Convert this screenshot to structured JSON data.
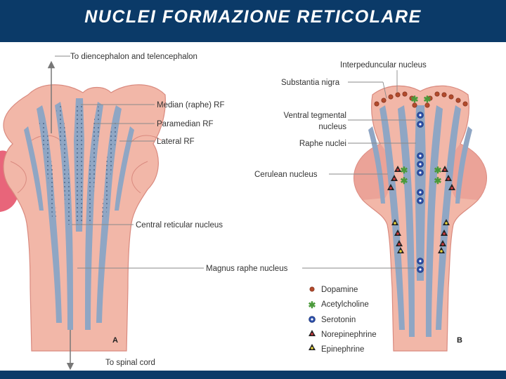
{
  "title": "NUCLEI FORMAZIONE RETICOLARE",
  "colors": {
    "title_bar": "#0b3a68",
    "tissue": "#f2b7a8",
    "tissue_dark": "#e8958a",
    "tract": "#8fa6c4",
    "line": "#555555"
  },
  "panel_a": {
    "letter": "A",
    "labels": {
      "top_arrow": "To diencephalon and telencephalon",
      "median": "Median (raphe) RF",
      "paramedian": "Paramedian RF",
      "lateral": "Lateral RF",
      "central": "Central reticular nucleus",
      "bottom_arrow": "To spinal cord"
    }
  },
  "panel_b": {
    "letter": "B",
    "labels": {
      "interpeduncular": "Interpeduncular nucleus",
      "substantia_nigra": "Substantia nigra",
      "vta_line1": "Ventral tegmental",
      "vta_line2": "nucleus",
      "raphe": "Raphe nuclei",
      "cerulean": "Cerulean nucleus"
    }
  },
  "magnus_raphe": "Magnus raphe nucleus",
  "legend": [
    {
      "label": "Dopamine",
      "marker": "dot-brown"
    },
    {
      "label": "Acetylcholine",
      "marker": "asterisk-green"
    },
    {
      "label": "Serotonin",
      "marker": "ring-blue"
    },
    {
      "label": "Norepinephrine",
      "marker": "triangle-red"
    },
    {
      "label": "Epinephrine",
      "marker": "triangle-yellow"
    }
  ]
}
